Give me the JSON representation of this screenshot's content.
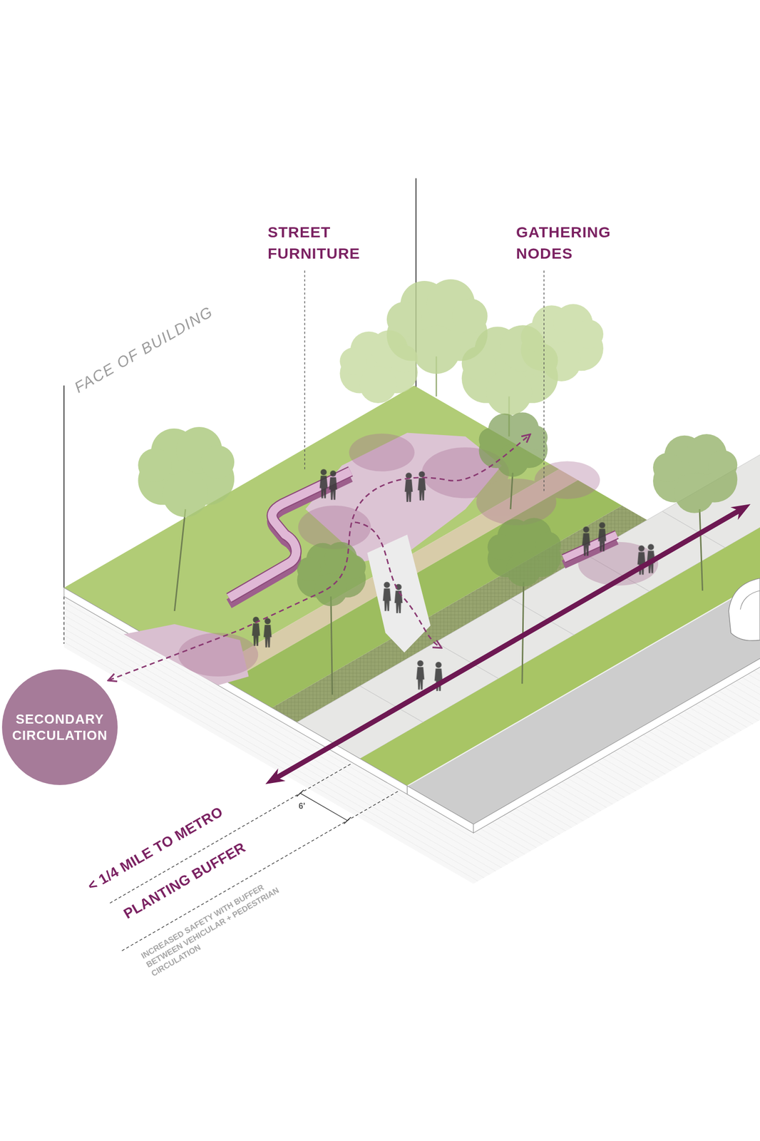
{
  "diagram": {
    "nodes": [
      {
        "text": [
          "SECONDARY CIRCULATION"
        ]
      }
    ],
    "labels": [
      "STREET FURNITURE",
      "GATHERING NODES",
      "FACE OF BUILDING",
      "< 1/4 MILE TO METRO",
      "PLANTING BUFFER",
      "INCREASED SAFETY WITH BUFFER BETWEEN VEHICULAR + PEDESTRIAN CIRCULATION",
      "6'"
    ]
  }
}
